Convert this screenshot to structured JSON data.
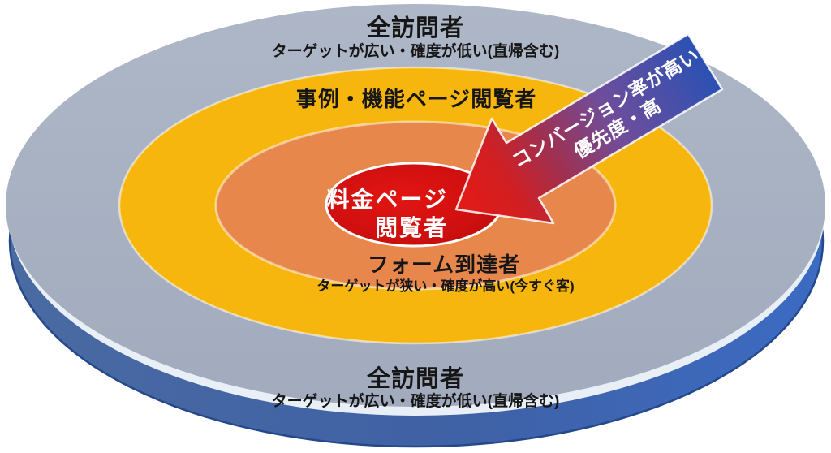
{
  "diagram": {
    "type": "concentric-target-funnel",
    "rings": {
      "all_visitors_top": {
        "label": "全訪問者",
        "sublabel": "ターゲットが広い・確度が低い(直帰含む)"
      },
      "case_feature_viewers": {
        "label": "事例・機能ページ閲覧者"
      },
      "form_reachers": {
        "label": "フォーム到達者",
        "sublabel": "ターゲットが狭い・確度が高い(今すぐ客)"
      },
      "pricing_viewers": {
        "label_line1": "料金ページ",
        "label_line2": "閲覧者"
      },
      "all_visitors_bottom": {
        "label": "全訪問者",
        "sublabel": "ターゲットが広い・確度が低い(直帰含む)"
      }
    },
    "arrow": {
      "label_line1": "コンバージョン率が高い",
      "label_line2": "優先度・高"
    },
    "colors": {
      "background": "#ffffff",
      "outer_ring_gray": "#a8b2c3",
      "rim_blue_left": "#4a6aa2",
      "rim_blue_right": "#3c6bc3",
      "rim_edge_dark": "#24488b",
      "rim_highlight": "#e9eff7",
      "yellow_ring": "#f6b60d",
      "orange_ring": "#e8874b",
      "red_center": "#cc0f0f",
      "arrow_tail_blue": "#2b51b3",
      "arrow_mid_purple": "#6f4d9b",
      "arrow_head_red": "#e51a14",
      "text_dark": "#161616",
      "text_light": "#ffffff"
    }
  }
}
